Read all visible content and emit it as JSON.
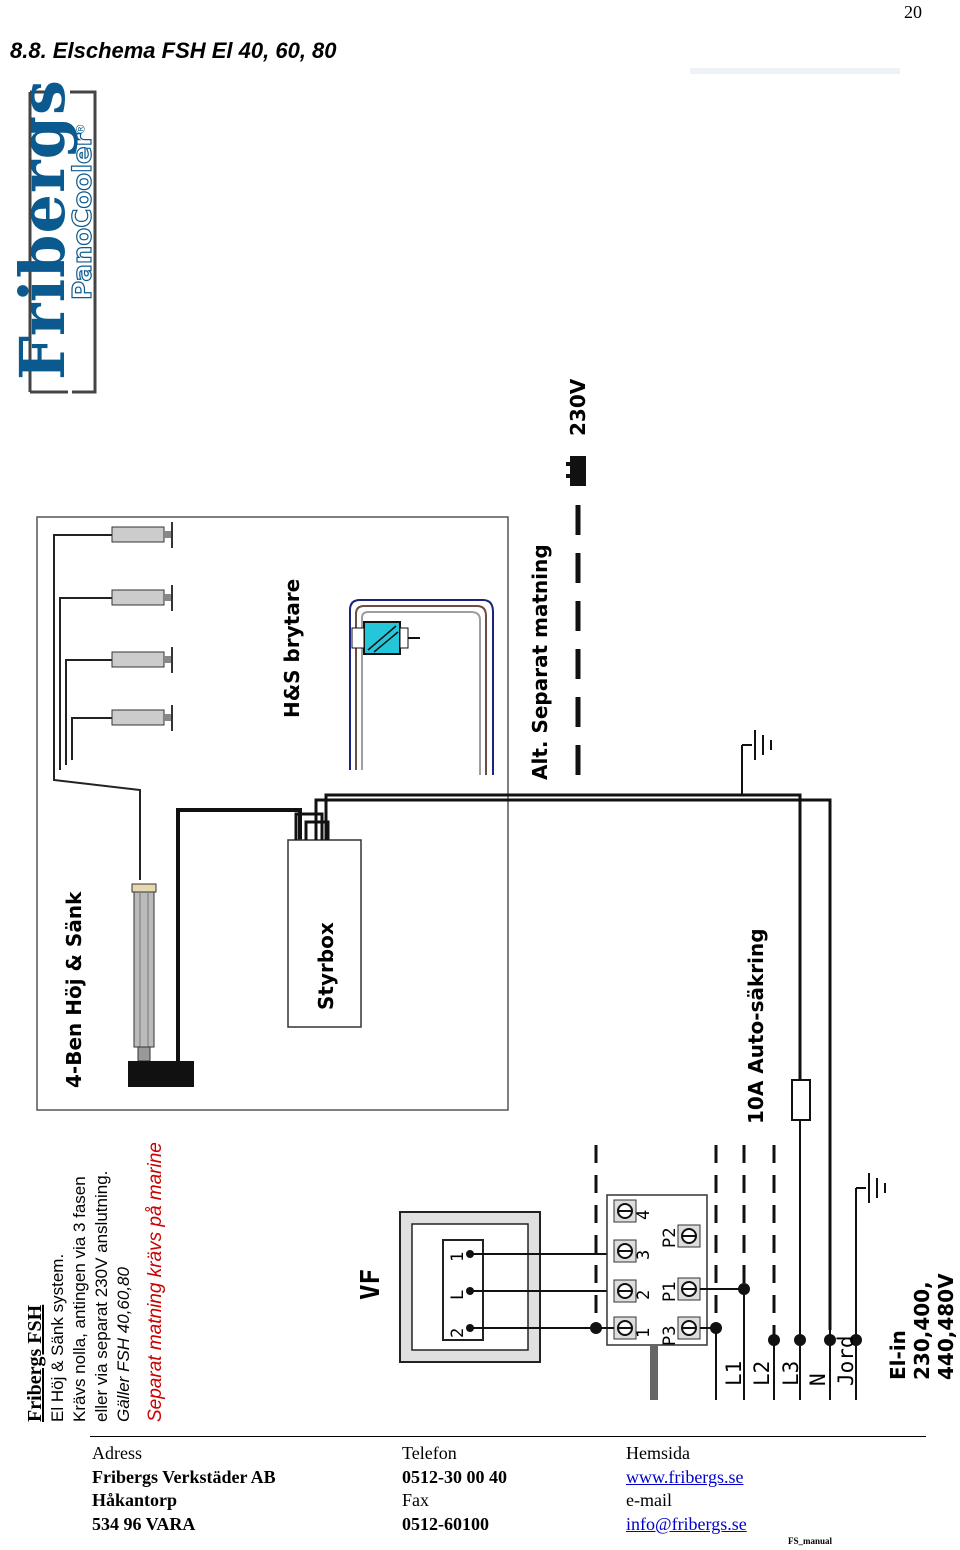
{
  "page_number": "20",
  "section_title": "8.8. Elschema FSH El 40, 60, 80",
  "logo": {
    "brand": "Fribergs",
    "product": "PanoCooler",
    "mark": "®"
  },
  "info": {
    "title": "Fribergs FSH",
    "lines": [
      "El Höj & Sänk system.",
      "Krävs nolla, antingen via 3 fasen",
      "eller via separat 230V anslutning.",
      "Gäller FSH  40,60,80"
    ],
    "note": "Separat matning krävs på marine"
  },
  "labels": {
    "four_leg": "4-Ben Höj & Sänk",
    "styrbox": "Styrbox",
    "switch": "H&S brytare",
    "alt_feed": "Alt. Separat matning",
    "voltage": "230V",
    "breaker": "10A Auto-säkring",
    "vf": "VF",
    "el_in_1": "El-in",
    "el_in_2": "230,400,",
    "el_in_3": "440,480V"
  },
  "vf_pins": [
    "2",
    "L",
    "1"
  ],
  "terminal_numbers": [
    "1",
    "2",
    "3",
    "4"
  ],
  "terminal_p": [
    "P3",
    "P1",
    "P2"
  ],
  "bus_labels": [
    "L1",
    "L2",
    "L3",
    "N",
    "Jord"
  ],
  "footer": {
    "col1": {
      "header": "Adress",
      "company": "Fribergs Verkstäder AB",
      "street": "Håkantorp",
      "city": "534 96  VARA"
    },
    "col2": {
      "header": "Telefon",
      "phone": "0512-30 00 40",
      "fax_label": "Fax",
      "fax": "0512-60100"
    },
    "col3": {
      "header": "Hemsida",
      "web": "www.fribergs.se",
      "email_label": "e-mail",
      "email": "info@fribergs.se"
    },
    "doc_code": "FS_manual"
  }
}
